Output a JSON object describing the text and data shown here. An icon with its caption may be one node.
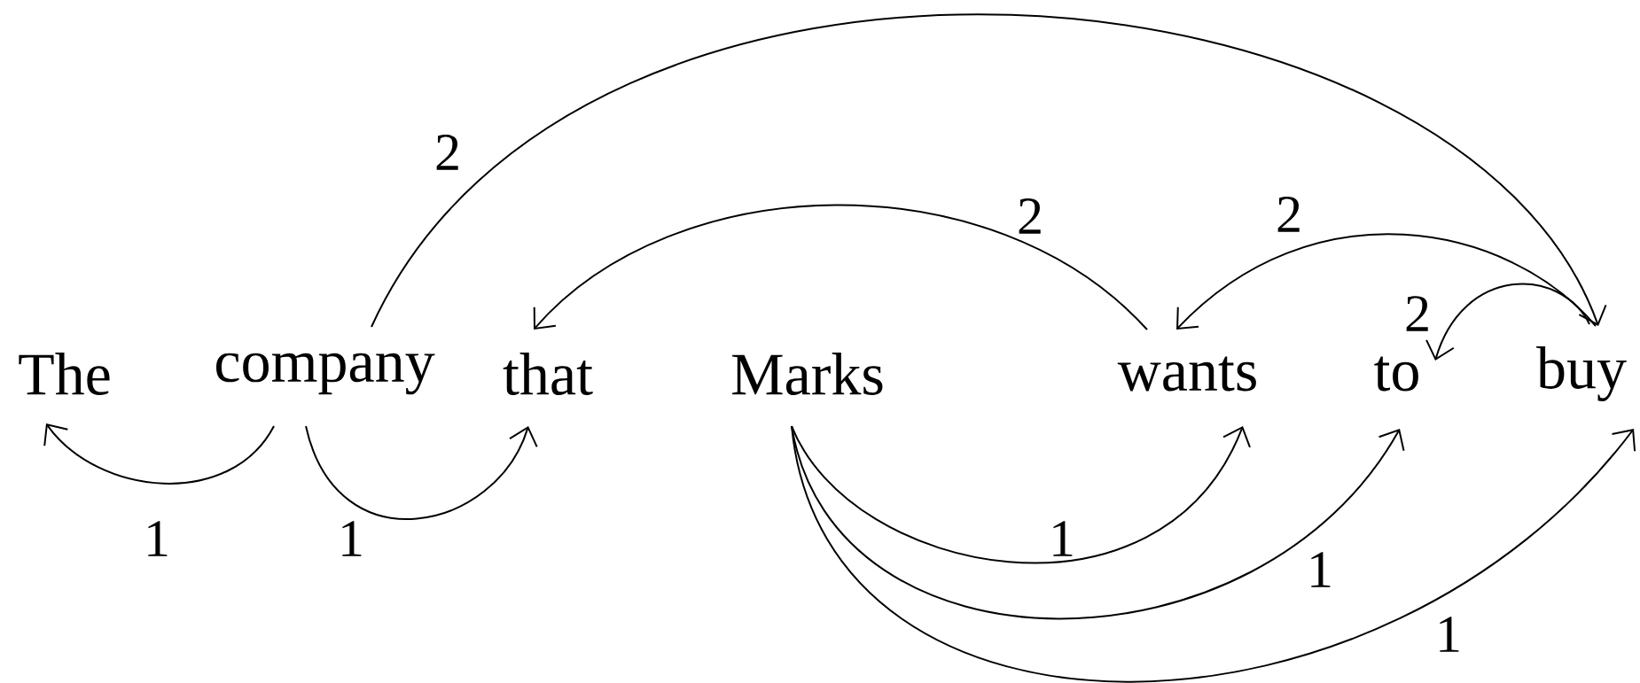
{
  "diagram": {
    "nodes": [
      {
        "text": [
          "The"
        ]
      },
      {
        "text": [
          "company"
        ]
      },
      {
        "text": [
          "that"
        ]
      },
      {
        "text": [
          "Marks"
        ]
      },
      {
        "text": [
          "wants"
        ]
      },
      {
        "text": [
          "to"
        ]
      },
      {
        "text": [
          "buy"
        ]
      }
    ],
    "edges": [
      {
        "from": 1,
        "to": 0,
        "arrow": "to",
        "label": "1"
      },
      {
        "from": 1,
        "to": 2,
        "arrow": "to",
        "label": "1"
      },
      {
        "from": 3,
        "to": 4,
        "arrow": "to",
        "label": "1"
      },
      {
        "from": 3,
        "to": 5,
        "arrow": "to",
        "label": "1"
      },
      {
        "from": 3,
        "to": 6,
        "arrow": "to",
        "label": "1"
      },
      {
        "from": 1,
        "to": 6,
        "arrow": "to",
        "label": "2"
      },
      {
        "from": 4,
        "to": 2,
        "arrow": "to",
        "label": "2"
      },
      {
        "from": 6,
        "to": 4,
        "arrow": "to",
        "label": "2"
      },
      {
        "from": 6,
        "to": 5,
        "arrow": "to",
        "label": "2"
      }
    ]
  }
}
